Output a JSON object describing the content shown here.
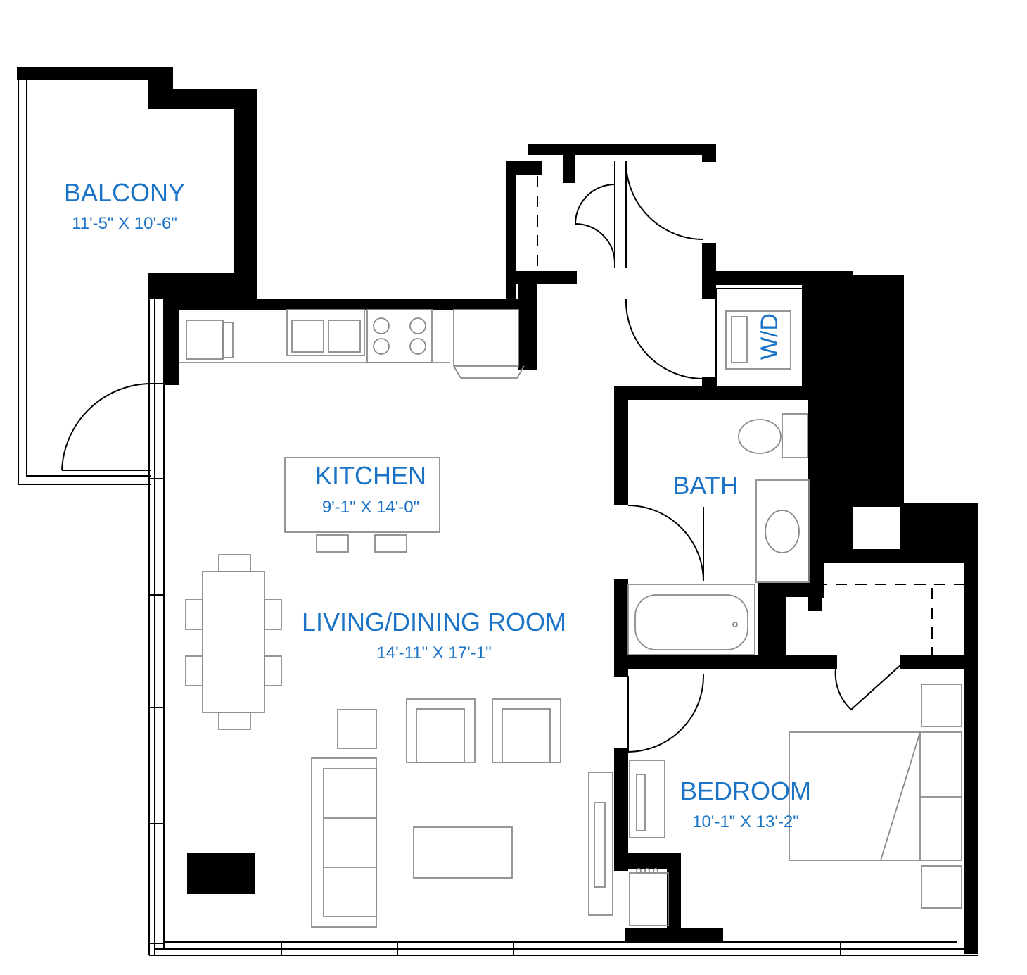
{
  "rooms": {
    "balcony": {
      "name": "BALCONY",
      "dims": "11'-5\" X 10'-6\""
    },
    "kitchen": {
      "name": "KITCHEN",
      "dims": "9'-1\" X 14'-0\""
    },
    "bath": {
      "name": "BATH"
    },
    "living": {
      "name": "LIVING/DINING ROOM",
      "dims": "14'-11\" X 17'-1\""
    },
    "bedroom": {
      "name": "BEDROOM",
      "dims": "10'-1\" X 13'-2\""
    },
    "laundry": {
      "name": "W/D"
    }
  },
  "colors": {
    "label": "#1a73c6",
    "wall": "#000000",
    "furniture": "#8a8a8a"
  }
}
